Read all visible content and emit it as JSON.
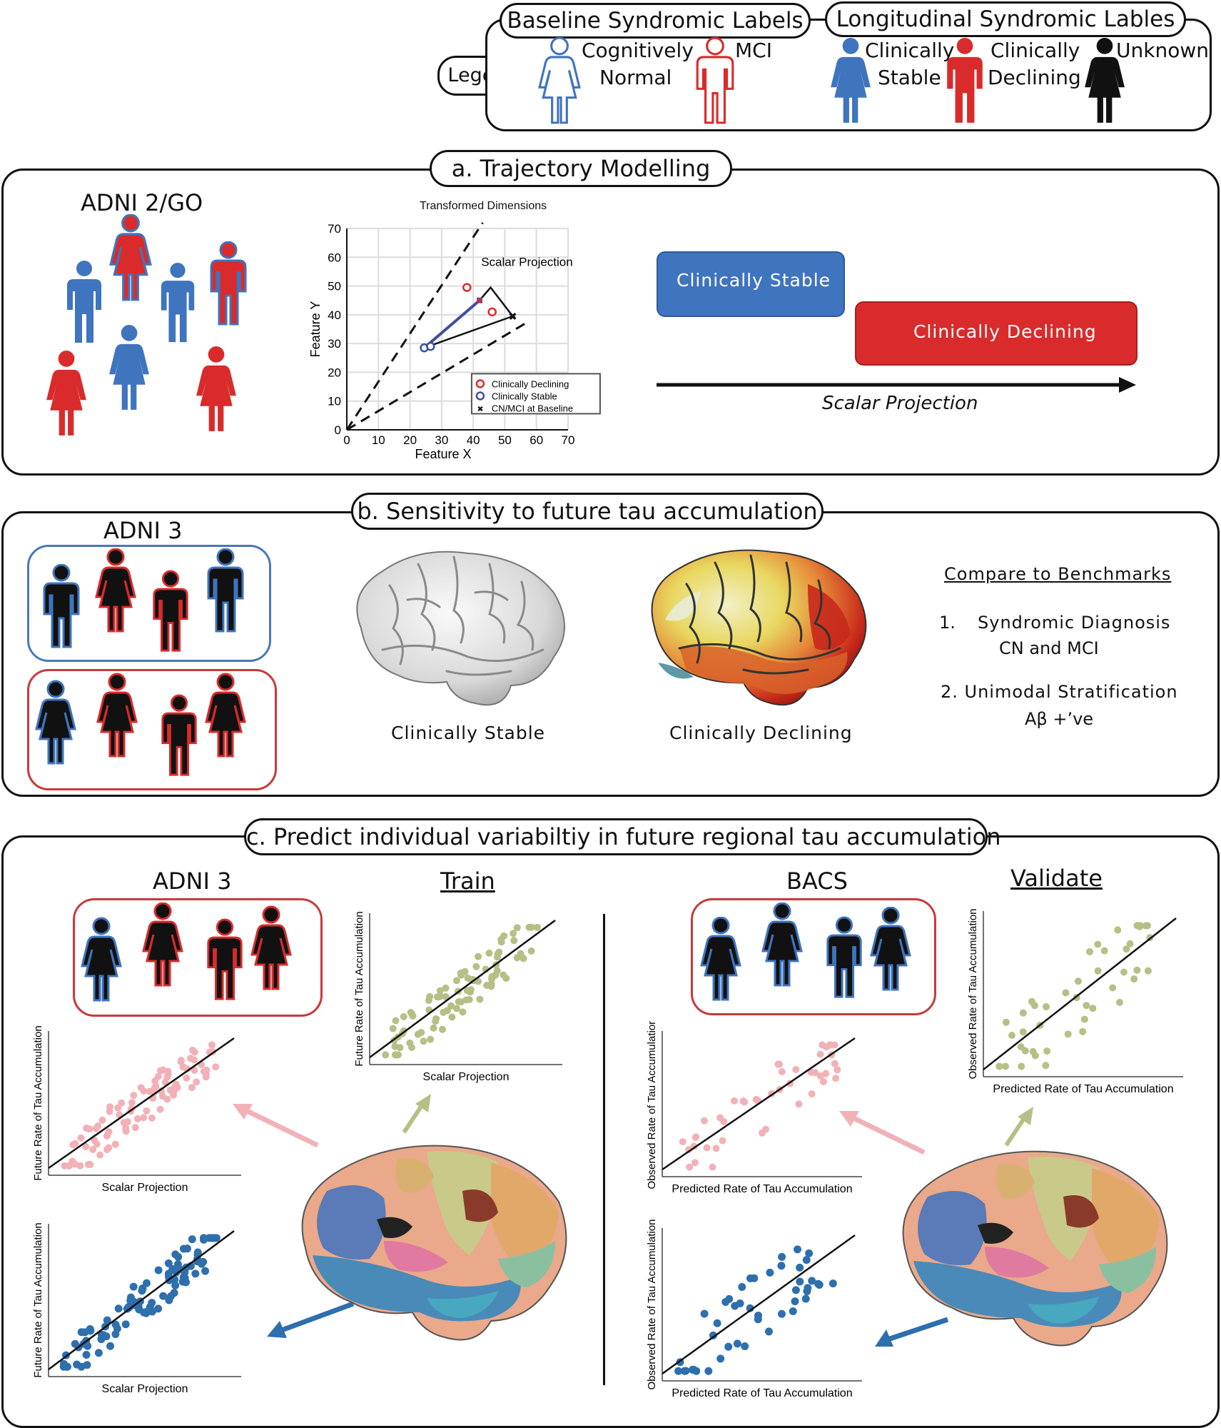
{
  "legend": {
    "label": "Legend",
    "baseline_title": "Baseline Syndromic Labels",
    "longitudinal_title": "Longitudinal Syndromic Lables",
    "cn_line1": "Cognitively",
    "cn_line2": "Normal",
    "mci": "MCI",
    "stable_line1": "Clinically",
    "stable_line2": "Stable",
    "declining_line1": "Clinically",
    "declining_line2": "Declining",
    "unknown": "Unknown"
  },
  "colors": {
    "blue": "#3f74be",
    "red": "#d92b2b",
    "black": "#111111",
    "pink": "#f2b1b6",
    "olive": "#b7bf86",
    "dotblue": "#2e6fad"
  },
  "panel_a": {
    "title": "a. Trajectory Modelling",
    "cohort": "ADNI 2/GO",
    "chart_title": "Transformed Dimensions",
    "scalar_label": "Scalar Projection",
    "stable_box": "Clinically Stable",
    "declining_box": "Clinically Declining",
    "arrow_label": "Scalar Projection"
  },
  "panel_b": {
    "title": "b. Sensitivity to future tau accumulation",
    "cohort": "ADNI 3",
    "brain1_label": "Clinically Stable",
    "brain2_label": "Clinically Declining",
    "bench_title": "Compare to Benchmarks",
    "bench1_num": "1.",
    "bench1_a": "Syndromic Diagnosis",
    "bench1_b": "CN and MCI",
    "bench2_a": "2. Unimodal Stratification",
    "bench2_b": "Aβ +’ve"
  },
  "panel_c": {
    "title": "c. Predict individual variabiltiy in future regional tau accumulation",
    "left_cohort": "ADNI 3",
    "train": "Train",
    "right_cohort": "BACS",
    "validate": "Validate"
  },
  "chart_data": [
    {
      "type": "scatter",
      "title": "Transformed Dimensions",
      "xlabel": "Feature X",
      "ylabel": "Feature Y",
      "xlim": [
        0,
        70
      ],
      "ylim": [
        0,
        70
      ],
      "xticks": [
        0,
        10,
        20,
        30,
        40,
        50,
        60,
        70
      ],
      "yticks": [
        0,
        10,
        20,
        30,
        40,
        50,
        60,
        70
      ],
      "grid": true,
      "legend_position": "bottom-right",
      "annotation": "Scalar Projection",
      "series": [
        {
          "name": "Clinically Declining",
          "color": "#d92b2b",
          "marker": "circle-open",
          "points": [
            [
              38,
              49.5
            ],
            [
              46,
              41
            ]
          ]
        },
        {
          "name": "Clinically Stable",
          "color": "#3f4fa0",
          "marker": "circle-open",
          "points": [
            [
              24.5,
              28.5
            ],
            [
              26.5,
              29
            ]
          ]
        },
        {
          "name": "CN/MCI at Baseline",
          "color": "#111111",
          "marker": "x",
          "points": [
            [
              52.5,
              39.5
            ]
          ]
        }
      ],
      "dashed_bounds": [
        [
          [
            0,
            0
          ],
          [
            43,
            72
          ]
        ],
        [
          [
            0,
            0
          ],
          [
            58,
            38
          ]
        ]
      ],
      "blue_vector": [
        [
          24.5,
          28.5
        ],
        [
          42,
          45
        ]
      ],
      "black_vectors": [
        [
          [
            24.5,
            28.5
          ],
          [
            52.5,
            39.5
          ]
        ],
        [
          [
            42,
            45
          ],
          [
            45.5,
            49.5
          ],
          [
            52.5,
            39.5
          ]
        ]
      ],
      "projection_marker": [
        42,
        45
      ]
    },
    {
      "type": "scatter",
      "xlabel": "Scalar Projection",
      "ylabel": "Future Rate of Tau Accumulation",
      "color": "#f2b1b6"
    },
    {
      "type": "scatter",
      "xlabel": "Scalar Projection",
      "ylabel": "Future Rate of Tau Accumulation",
      "color": "#b7bf86"
    },
    {
      "type": "scatter",
      "xlabel": "Scalar Projection",
      "ylabel": "Future Rate of Tau Accumulation",
      "color": "#2e6fad"
    },
    {
      "type": "scatter",
      "xlabel": "Predicted Rate of Tau Accumulation",
      "ylabel": "Observed Rate of Tau Accumulation",
      "color": "#f2b1b6"
    },
    {
      "type": "scatter",
      "xlabel": "Predicted Rate of Tau Accumulation",
      "ylabel": "Observed Rate of Tau Accumulation",
      "color": "#b7bf86"
    },
    {
      "type": "scatter",
      "xlabel": "Predicted Rate of Tau Accumulation",
      "ylabel": "Observed Rate of Tau Accumulation",
      "color": "#2e6fad"
    }
  ]
}
